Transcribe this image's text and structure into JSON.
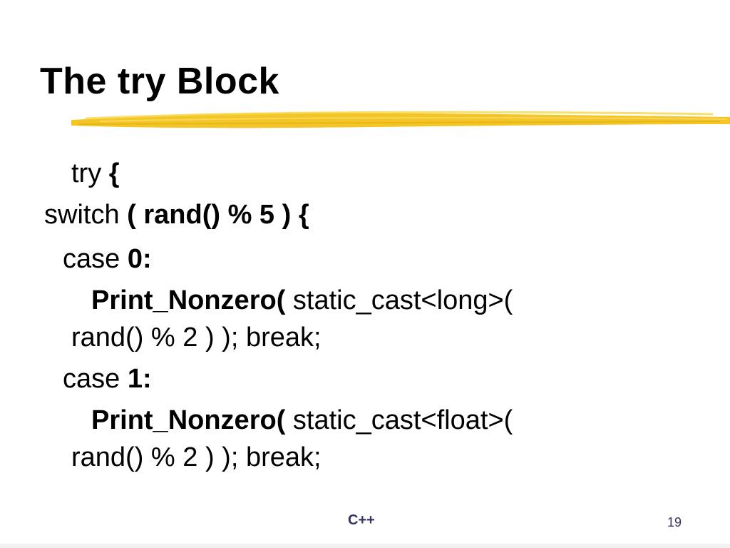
{
  "slide": {
    "title": "The try Block",
    "accent_color": "#f2c21a",
    "lines": [
      {
        "normal": "try ",
        "bold": "{"
      },
      {
        "normal": "switch ",
        "bold": "( rand() % 5 ) {"
      },
      {
        "normal": "case ",
        "bold": "0:"
      },
      {
        "bold": "Print_Nonzero(",
        "normal": " static_cast<long>("
      },
      {
        "normal": "rand() % 2 ) ); break;"
      },
      {
        "normal": "case ",
        "bold": "1:"
      },
      {
        "bold": "Print_Nonzero(",
        "normal": " static_cast<float>("
      },
      {
        "normal": "rand() % 2 ) ); break;"
      }
    ],
    "footer_label": "C++",
    "page_number": "19"
  }
}
